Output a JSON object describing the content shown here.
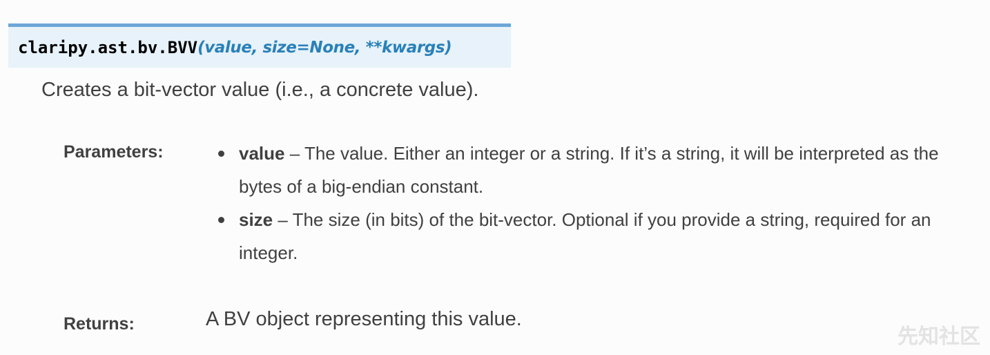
{
  "signature": {
    "name": "claripy.ast.bv.BVV",
    "params": "(value, size=None, **kwargs)"
  },
  "description": "Creates a bit-vector value (i.e., a concrete value).",
  "parameters": {
    "label": "Parameters:",
    "items": [
      {
        "name": "value",
        "text": " – The value. Either an integer or a string. If it’s a string, it will be interpreted as the bytes of a big-endian constant."
      },
      {
        "name": "size",
        "text": " – The size (in bits) of the bit-vector. Optional if you provide a string, required for an integer."
      }
    ]
  },
  "returns": {
    "label": "Returns:",
    "text": "A BV object representing this value."
  },
  "watermark": "先知社区"
}
